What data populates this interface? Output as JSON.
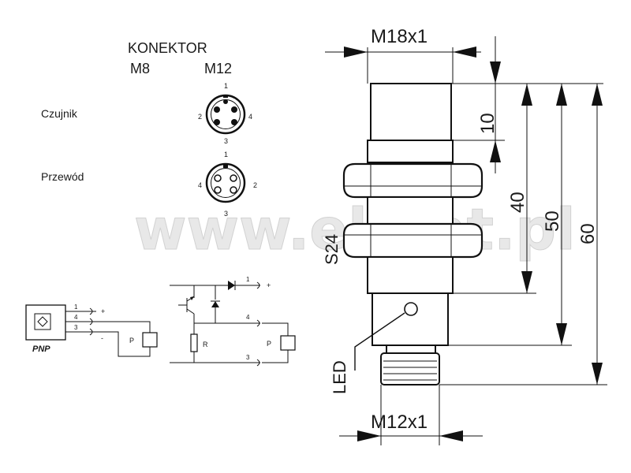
{
  "connector": {
    "title": "KONEKTOR",
    "m8": "M8",
    "m12": "M12",
    "sensor_label": "Czujnik",
    "cable_label": "Przewód",
    "sensor_pins": [
      "1",
      "2",
      "3",
      "4"
    ],
    "cable_pins": [
      "1",
      "2",
      "3",
      "4"
    ]
  },
  "circuit_left": {
    "type_label": "PNP",
    "pins": [
      "1",
      "4",
      "3"
    ],
    "signs": [
      "+",
      "-"
    ],
    "load_label": "P"
  },
  "circuit_right": {
    "pins": [
      "1",
      "4",
      "3"
    ],
    "plus_sign": "+",
    "resistor_label": "R",
    "load_label": "P"
  },
  "drawing": {
    "thread_top": "M18x1",
    "thread_bottom": "M12x1",
    "dim_10": "10",
    "dim_40": "40",
    "dim_50": "50",
    "dim_60": "60",
    "wrench": "S24",
    "led": "LED"
  },
  "watermark": "www.elstat.pl"
}
